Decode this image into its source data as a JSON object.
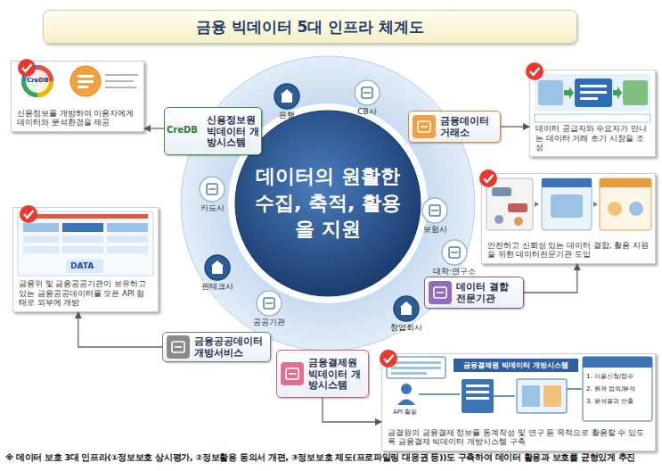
{
  "diagram": {
    "title": "금융 빅데이터 5대 인프라 체계도",
    "caption": "※ 데이터 보호 3대 인프라(①정보보호 상시평가, ②정보활용 동의서 개편, ③정보보호 제도(프로파일링 대응권 등))도 구축하여 데이터 활용과 보호를 균형있게 추진",
    "nodes": [
      {
        "text": [
          "데이터의 원활한 수집, 축적, 활용을 지원"
        ]
      },
      {
        "text": [
          "은행"
        ]
      },
      {
        "text": [
          "CB사"
        ]
      },
      {
        "text": [
          "카드사"
        ]
      },
      {
        "text": [
          "보험사"
        ]
      },
      {
        "text": [
          "대학·연구소"
        ]
      },
      {
        "text": [
          "핀테크사"
        ]
      },
      {
        "text": [
          "창업회사"
        ]
      },
      {
        "text": [
          "공공기관"
        ]
      },
      {
        "text": [
          "신용정보를 개방하여 이용자에게 데이터와 분석환경을 제공"
        ]
      },
      {
        "text": [
          "신용정보원 빅데이터 개방시스템"
        ]
      },
      {
        "text": [
          "데이터 공급자와 수요자가 만나는 데이터 거래 초기 시장을 조성"
        ]
      },
      {
        "text": [
          "금융데이터 거래소"
        ]
      },
      {
        "text": [
          "안전하고 신뢰성 있는 데이터 결합, 활용 지원을 위한 데이터전문기관 도입"
        ]
      },
      {
        "text": [
          "금융위 및 금융공공기관이 보유하고 있는 금융공공데이터를 오픈 API 형태로 외부에 개방"
        ]
      },
      {
        "text": [
          "데이터 결합 전문기관"
        ]
      },
      {
        "text": [
          "금융공공데이터 개방서비스"
        ]
      },
      {
        "text": [
          "금결원의 금융결제 정보를 통계작성 및 연구 등 목적으로 활용할 수 있도록 금융결제 빅데이터 개방시스템 구축"
        ]
      },
      {
        "text": [
          "금융결제원 빅데이터 개방시스템"
        ],
        "in": 17
      },
      {
        "text": [
          "금융결제원 빅데이터 개방시스템"
        ]
      }
    ],
    "edges": [
      {
        "from": 10,
        "to": 9,
        "arrow": "to"
      },
      {
        "from": 12,
        "to": 11,
        "arrow": "to"
      },
      {
        "from": 15,
        "to": 13,
        "arrow": "to"
      },
      {
        "from": 19,
        "to": 17,
        "arrow": "to"
      },
      {
        "from": 16,
        "to": 14,
        "arrow": "to"
      }
    ],
    "labels": [
      "CreDB",
      "CreDB",
      "DATA",
      "API 활용",
      "1. 이용신청/접수",
      "2. 원격 접속/분석",
      "3. 분석결과 반출"
    ]
  }
}
